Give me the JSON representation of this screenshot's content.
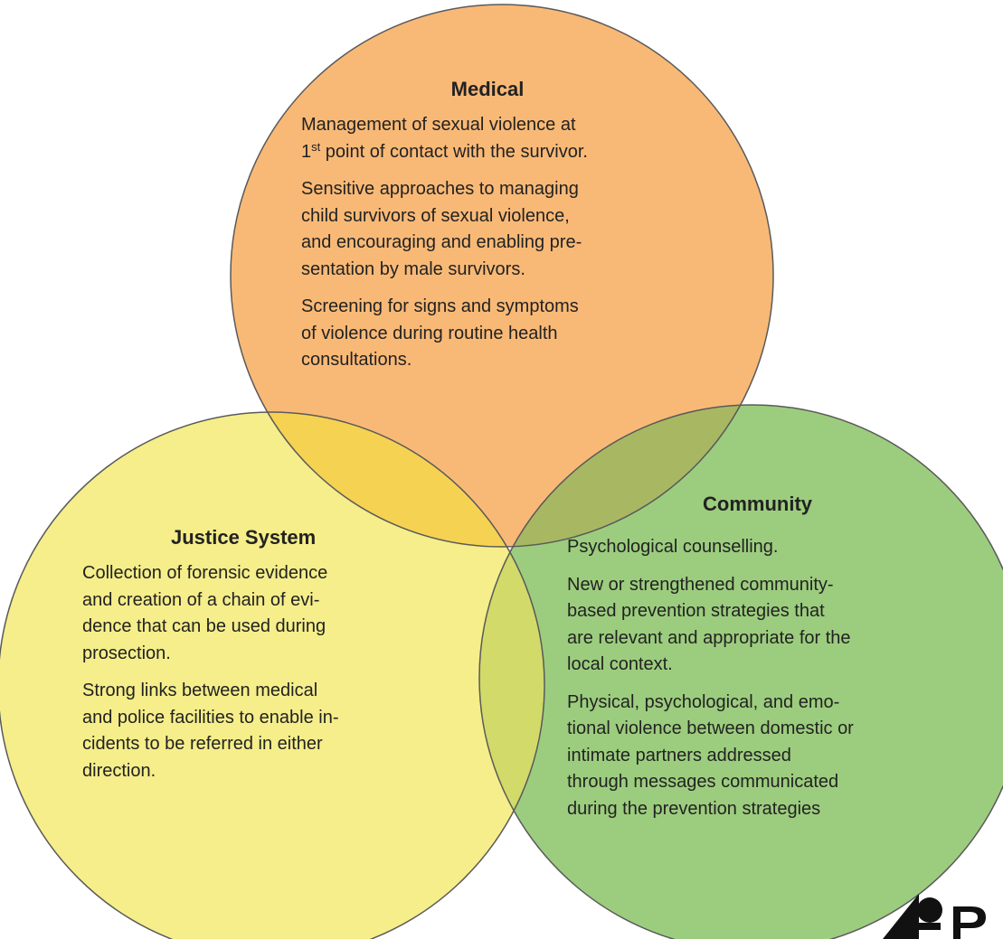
{
  "colors": {
    "medical": "#f9b976",
    "justice": "#f5ee8a",
    "community": "#9ccd7e",
    "medical_justice": "#f5d252",
    "medical_community": "#a8b862",
    "justice_community": "#d2da6a",
    "all_three": "#c6bd56",
    "outline": "#5a5a5a",
    "text": "#222222"
  },
  "medical": {
    "title": "Medical",
    "p1_pre": "Management of sexual violence at\n1",
    "p1_sup": "st",
    "p1_post": " point of contact with the survivor.",
    "p2": "Sensitive approaches to managing\nchild survivors of sexual violence,\nand encouraging and enabling pre-\nsentation by male survivors.",
    "p3": "Screening for signs and symptoms\nof violence during routine health\nconsultations."
  },
  "justice": {
    "title": "Justice System",
    "p1": "Collection of forensic evidence\nand creation of a chain of evi-\ndence that can be used during\nprosection.",
    "p2": "Strong links between medical\nand police facilities to enable in-\ncidents to be referred in either\ndirection."
  },
  "community": {
    "title": "Community",
    "p1": "Psychological counselling.",
    "p2": "New or strengthened community-\nbased prevention strategies that\nare relevant and appropriate for the\nlocal context.",
    "p3": "Physical, psychological, and emo-\ntional violence between domestic or\nintimate partners addressed\nthrough messages communicated\nduring the prevention strategies"
  },
  "logo": {
    "icon": "publisher-logo-icon"
  }
}
